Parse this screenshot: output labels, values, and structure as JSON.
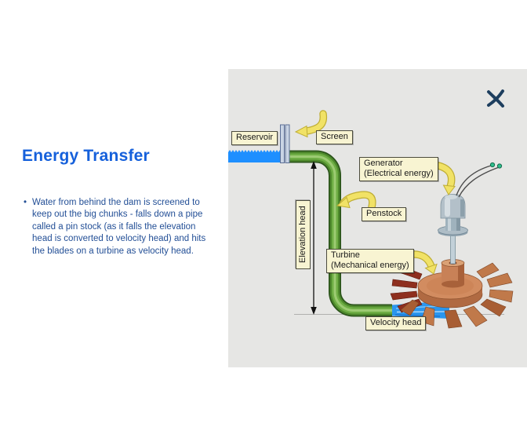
{
  "slide": {
    "title": "Energy Transfer",
    "bullet_marker": "•",
    "bullet_text": "Water from behind the dam is screened to keep out the big chunks - falls down a pipe called a pin stock (as it falls the elevation head is converted to velocity head) and hits the blades on a turbine as velocity head."
  },
  "diagram": {
    "labels": {
      "reservoir": "Reservoir",
      "screen": "Screen",
      "generator_line1": "Generator",
      "generator_line2": "(Electrical energy)",
      "penstock": "Penstock",
      "turbine_line1": "Turbine",
      "turbine_line2": "(Mechanical energy)",
      "velocity_head": "Velocity head",
      "elevation_head": "Elevation head"
    },
    "colors": {
      "title_blue": "#1560db",
      "body_text_blue": "#234f96",
      "panel_background": "#e6e6e4",
      "label_background": "#f8f4d2",
      "label_border": "#4c4c3e",
      "water_blue": "#1e8fff",
      "pipe_green": "#4e8a2c",
      "callout_arrow_yellow": "#f1e266",
      "turbine_copper": "#d28c60",
      "turbine_blade_red": "#8e2f1e",
      "generator_gray": "#b3c0c9",
      "wire_terminal_green": "#2fbf8d",
      "logo_navy": "#1d3e5e"
    }
  }
}
